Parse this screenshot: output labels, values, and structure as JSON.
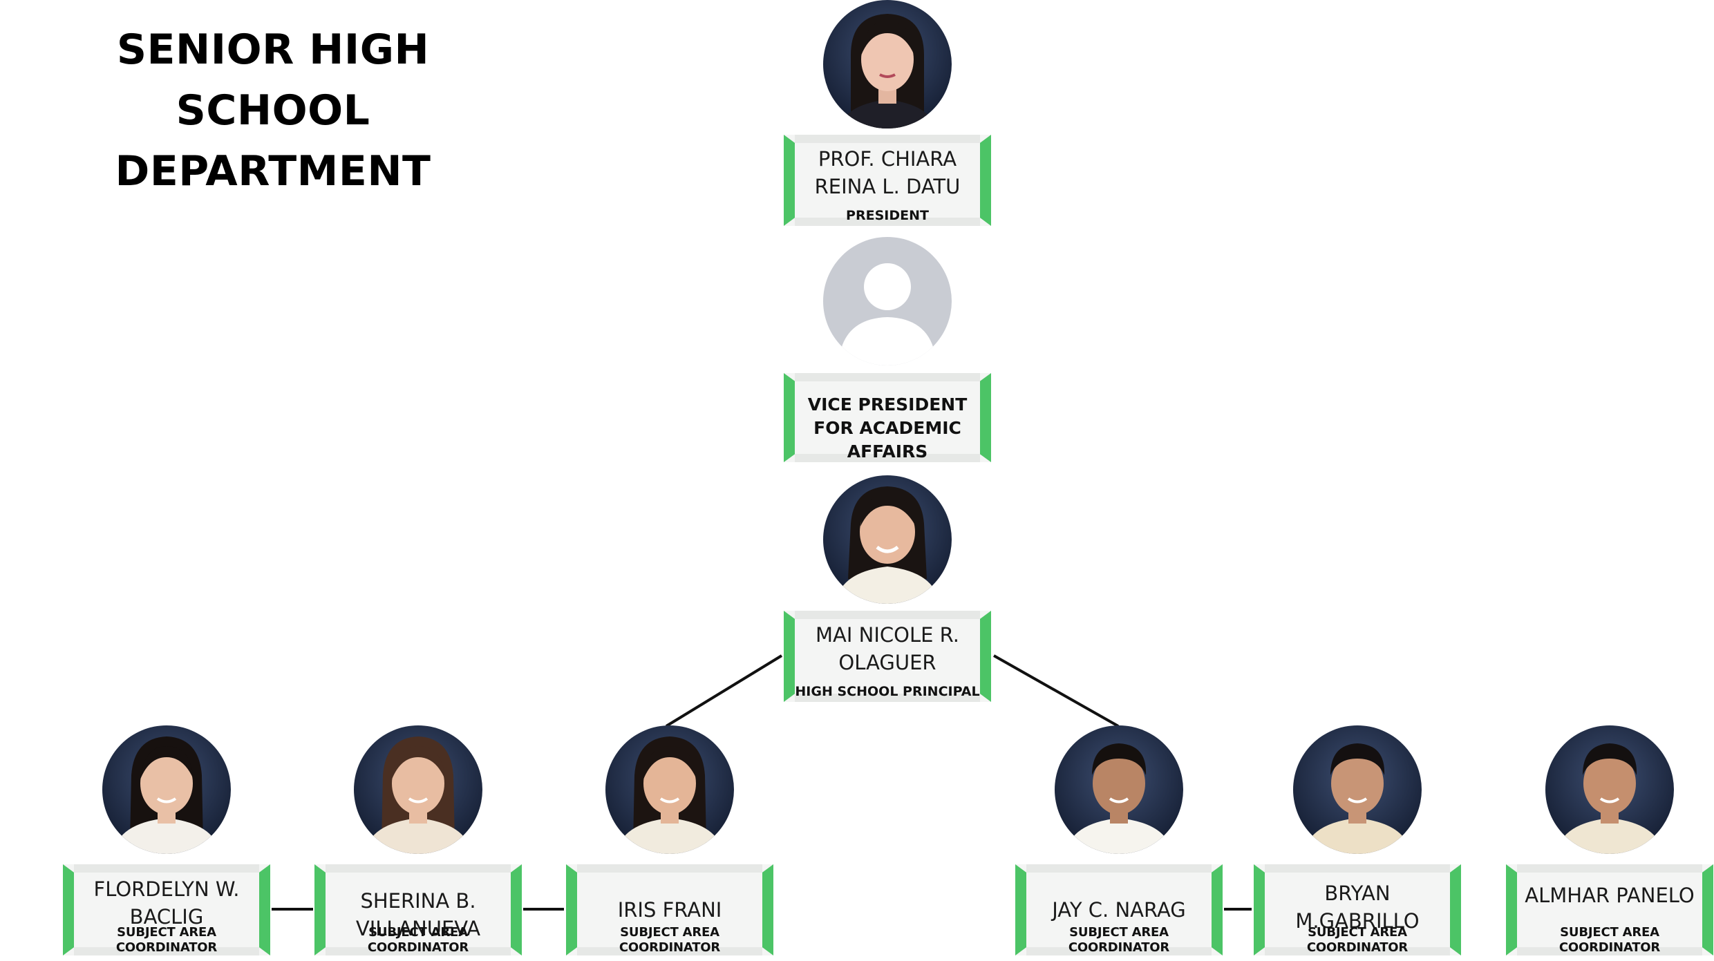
{
  "title": {
    "line1": "SENIOR HIGH SCHOOL",
    "line2": "DEPARTMENT"
  },
  "colors": {
    "accent": "#4cc466",
    "card_fill": "#f4f5f4",
    "connector": "#111111",
    "placeholder": "#c9ccd3",
    "photo_backdrop": "#1b2740"
  },
  "president": {
    "name": "PROF. CHIARA REINA L. DATU",
    "role": "PRESIDENT",
    "photo": "person-photo"
  },
  "vp": {
    "role": "VICE PRESIDENT FOR ACADEMIC AFFAIRS",
    "photo": "default-avatar-icon"
  },
  "principal": {
    "name": "MAI NICOLE R. OLAGUER",
    "role": "HIGH SCHOOL PRINCIPAL",
    "photo": "person-photo"
  },
  "coordinators": [
    {
      "name": "FLORDELYN W. BACLIG",
      "role": "SUBJECT AREA COORDINATOR"
    },
    {
      "name": "SHERINA B. VILLANUEVA",
      "role": "SUBJECT AREA COORDINATOR"
    },
    {
      "name": "IRIS FRANI",
      "role": "SUBJECT AREA COORDINATOR"
    },
    {
      "name": "JAY C. NARAG",
      "role": "SUBJECT AREA COORDINATOR"
    },
    {
      "name": "BRYAN M.GABRILLO",
      "role": "SUBJECT AREA COORDINATOR"
    },
    {
      "name": "ALMHAR PANELO",
      "role": "SUBJECT AREA COORDINATOR"
    }
  ]
}
